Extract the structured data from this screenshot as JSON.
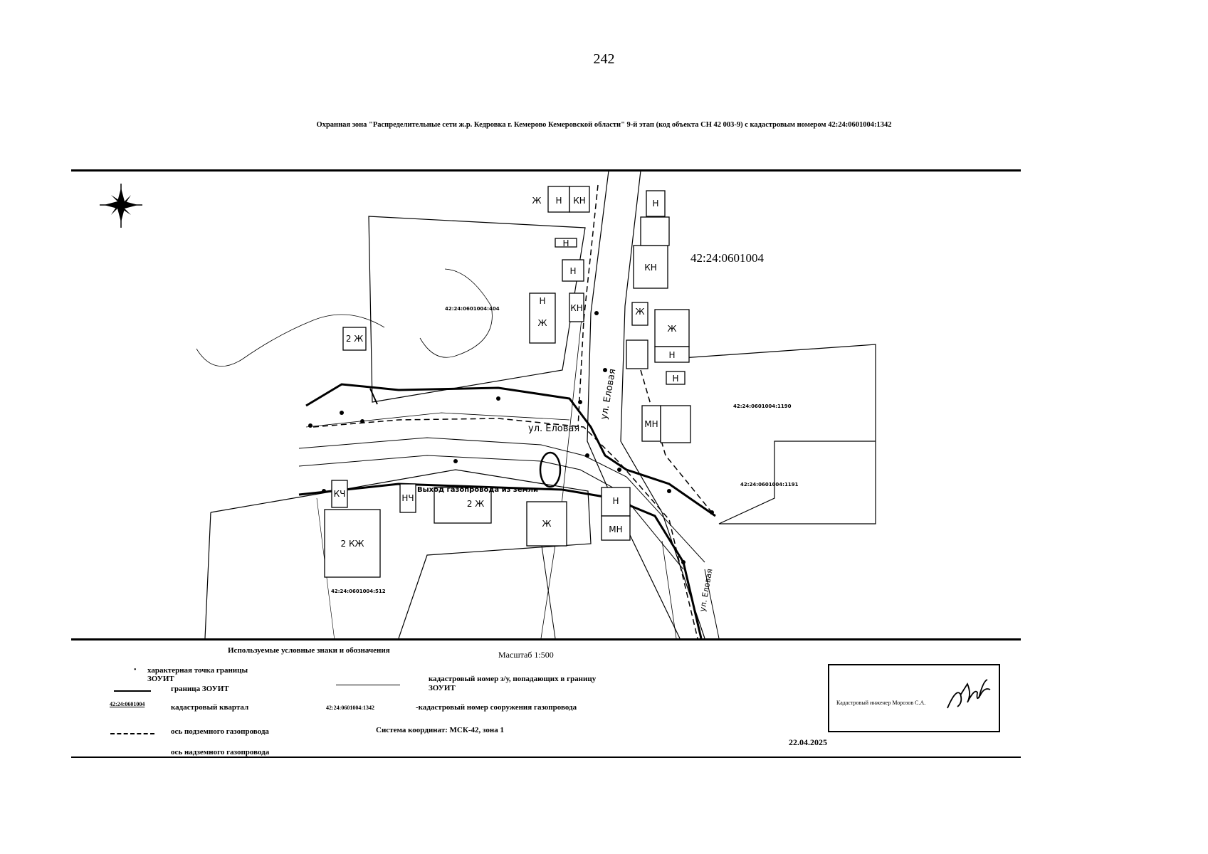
{
  "page": {
    "number": "242"
  },
  "title": "Охранная зона \"Распределительные сети ж.р. Кедровка г. Кемерово Кемеровской области\" 9-й этап (код объекта СН 42 003-9) с кадастровым номером 42:24:0601004:1342",
  "map": {
    "quarter_label": "42:24:0601004",
    "street_labels": [
      "ул. Еловая",
      "ул. Еловая",
      "ул. Еловая"
    ],
    "annotation": "Выход газопровода из земли",
    "buildings": [
      {
        "label": "Н"
      },
      {
        "label": "КН"
      },
      {
        "label": "Ж"
      },
      {
        "label": "Н"
      },
      {
        "label": "Н"
      },
      {
        "label": "КН"
      },
      {
        "label": "Н"
      },
      {
        "label": "КН"
      },
      {
        "label": "Ж"
      },
      {
        "label": "Н"
      },
      {
        "label": "Ж"
      },
      {
        "label": "Н"
      },
      {
        "label": "Н"
      },
      {
        "label": "Ж"
      },
      {
        "label": "МН"
      },
      {
        "label": "2 Ж"
      },
      {
        "label": "КЧ"
      },
      {
        "label": "2 КЖ"
      },
      {
        "label": "НЧ"
      },
      {
        "label": "2 Ж"
      },
      {
        "label": "Ж"
      },
      {
        "label": "Н"
      },
      {
        "label": "МН"
      }
    ],
    "parcel_labels": [
      "42:24:0601004:404",
      "42:24:0601004:1190",
      "42:24:0601004:1191",
      "42:24:0601004:512"
    ]
  },
  "legend": {
    "heading": "Используемые условные знаки и обозначения",
    "scale": "Масштаб 1:500",
    "items": [
      {
        "text": "характерная точка границы ЗОУИТ"
      },
      {
        "text": "граница ЗОУИТ"
      },
      {
        "sample": "42:24:0601004",
        "text": "кадастровый квартал"
      },
      {
        "text": "ось подземного газопровода"
      },
      {
        "text": "ось надземного газопровода"
      },
      {
        "text": "кадастровый номер з/у, попадающих в границу ЗОУИТ"
      },
      {
        "sample": "42:24:0601004:1342",
        "text": "-кадастровый номер сооружения газопровода"
      }
    ],
    "coordinate_system": "Система координат: МСК-42, зона 1"
  },
  "stamp": {
    "text": "Кадастровый инженер Морозов С.А."
  },
  "date": "22.04.2025",
  "icons": [
    "compass-rose-icon",
    "signature-icon"
  ]
}
